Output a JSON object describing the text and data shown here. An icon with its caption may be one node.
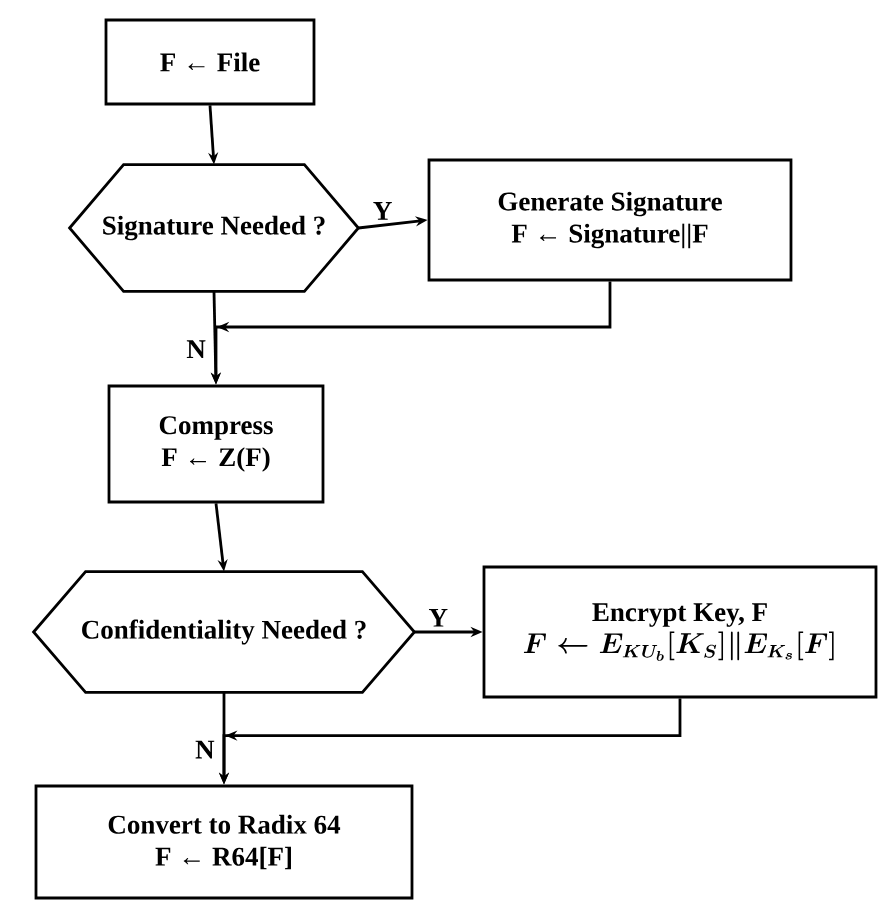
{
  "diagram": {
    "nodes": [
      {
        "text": [
          "F ← File"
        ]
      },
      {
        "text": [
          "Signature Needed ?"
        ]
      },
      {
        "text": [
          "Generate Signature",
          "F ← Signature||F"
        ]
      },
      {
        "text": [
          "Compress",
          "F ← Z(F)"
        ]
      },
      {
        "text": [
          "Confidentiality Needed ?"
        ]
      },
      {
        "text": [
          "Encrypt Key, F",
          "F \\leftarrow E_{KU_b}[K_S]\\|E_{K_s}[F]"
        ]
      },
      {
        "text": [
          "Convert to Radix 64",
          "F ← R64[F]"
        ]
      }
    ],
    "edges": [
      {
        "from": 0,
        "to": 1,
        "arrow": "to"
      },
      {
        "from": 1,
        "to": 2,
        "arrow": "to",
        "label": "Y"
      },
      {
        "from": 1,
        "to": 3,
        "arrow": "to",
        "label": "N"
      },
      {
        "from": 2,
        "to": 3,
        "arrow": "to"
      },
      {
        "from": 3,
        "to": 4,
        "arrow": "to"
      },
      {
        "from": 4,
        "to": 5,
        "arrow": "to",
        "label": "Y"
      },
      {
        "from": 4,
        "to": 6,
        "arrow": "to",
        "label": "N"
      },
      {
        "from": 5,
        "to": 6,
        "arrow": "to"
      }
    ]
  }
}
